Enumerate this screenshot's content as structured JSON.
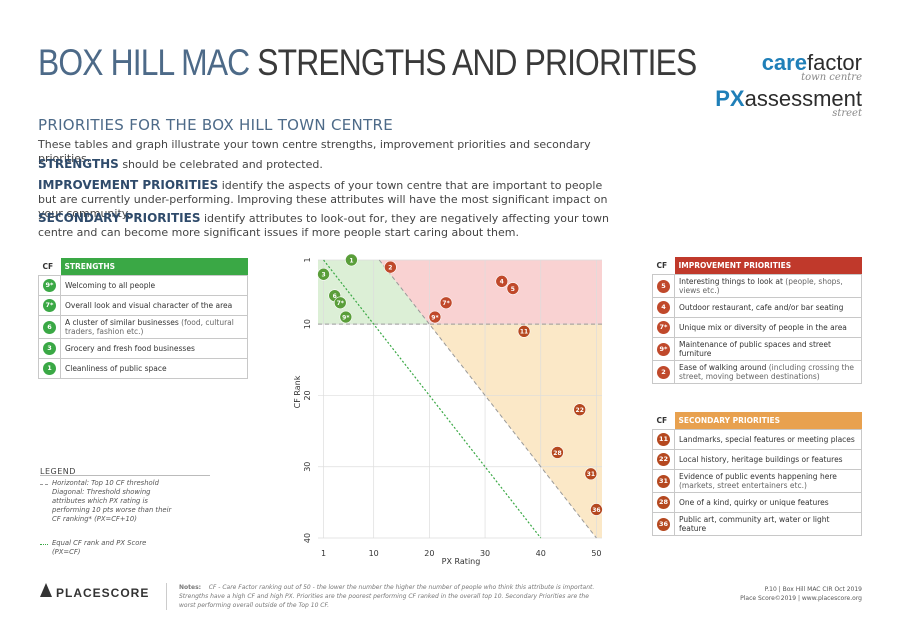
{
  "header": {
    "title_part1": "BOX HILL MAC",
    "title_part2": "STRENGTHS AND PRIORITIES",
    "logo1_main": "care",
    "logo1_second": "factor",
    "logo1_sub": "town centre",
    "logo2_main": "PX",
    "logo2_second": "assessment",
    "logo2_sub": "street"
  },
  "intro": {
    "subtitle": "PRIORITIES FOR THE BOX HILL TOWN CENTRE",
    "line1": "These tables and graph illustrate your town centre strengths, improvement priorities and secondary priorities.",
    "strengths_label": "STRENGTHS",
    "strengths_text": "should be celebrated and protected.",
    "improve_label": "IMPROVEMENT PRIORITIES",
    "improve_text": "identify the aspects of your town centre that are important to people but are currently under-performing. Improving these attributes will have the most significant impact on your community.",
    "secondary_label": "SECONDARY PRIORITIES",
    "secondary_text": "identify attributes to look-out for, they are negatively affecting your town centre and can become more significant issues if more people start caring about them."
  },
  "strengths": {
    "cf_header": "CF",
    "header": "STRENGTHS",
    "color": "#3aa845",
    "rows": [
      {
        "cf": "9*",
        "text": "Welcoming to all people",
        "extra": ""
      },
      {
        "cf": "7*",
        "text": "Overall look and visual character of the area",
        "extra": ""
      },
      {
        "cf": "6",
        "text": "A cluster of similar businesses",
        "extra": "(food, cultural traders, fashion etc.)"
      },
      {
        "cf": "3",
        "text": "Grocery and fresh food businesses",
        "extra": ""
      },
      {
        "cf": "1",
        "text": "Cleanliness of public space",
        "extra": ""
      }
    ]
  },
  "improvement": {
    "cf_header": "CF",
    "header": "IMPROVEMENT PRIORITIES",
    "color": "#c0392b",
    "badge_color": "#c0492b",
    "rows": [
      {
        "cf": "5",
        "text": "Interesting things to look at",
        "extra": "(people, shops, views etc.)"
      },
      {
        "cf": "4",
        "text": "Outdoor restaurant, cafe and/or bar seating",
        "extra": ""
      },
      {
        "cf": "7*",
        "text": "Unique mix or diversity of people in the area",
        "extra": ""
      },
      {
        "cf": "9*",
        "text": "Maintenance of public spaces and street furniture",
        "extra": ""
      },
      {
        "cf": "2",
        "text": "Ease of walking around",
        "extra": "(including crossing the street, moving between destinations)"
      }
    ]
  },
  "secondary": {
    "cf_header": "CF",
    "header": "SECONDARY PRIORITIES",
    "color": "#e8a14f",
    "badge_color": "#b5481f",
    "rows": [
      {
        "cf": "11",
        "text": "Landmarks, special features or meeting places",
        "extra": ""
      },
      {
        "cf": "22",
        "text": "Local history, heritage buildings or features",
        "extra": ""
      },
      {
        "cf": "31",
        "text": "Evidence of public events happening here",
        "extra": "(markets, street entertainers etc.)"
      },
      {
        "cf": "28",
        "text": "One of a kind, quirky or unique features",
        "extra": ""
      },
      {
        "cf": "36",
        "text": "Public art, community art, water or light feature",
        "extra": ""
      }
    ]
  },
  "legend": {
    "title": "LEGEND",
    "item1": "Horizontal: Top 10 CF threshold Diagonal: Threshold showing attributes which PX rating is performing 10 pts worse than their CF ranking* (PX=CF+10)",
    "item2": "Equal CF rank and PX Score (PX=CF)"
  },
  "chart_data": {
    "type": "scatter",
    "xlabel": "PX Rating",
    "ylabel": "CF Rank",
    "xlim": [
      0,
      51
    ],
    "ylim": [
      1,
      40
    ],
    "xticks": [
      1,
      10,
      20,
      30,
      40,
      50
    ],
    "yticks": [
      1,
      10,
      20,
      30,
      40
    ],
    "y_inverted": true,
    "grid": true,
    "series": [
      {
        "group": "strengths",
        "color": "#5a9e3a",
        "points": [
          {
            "label": "1",
            "x": 6,
            "y": 1
          },
          {
            "label": "3",
            "x": 1,
            "y": 3
          },
          {
            "label": "6",
            "x": 3,
            "y": 6
          },
          {
            "label": "7*",
            "x": 4,
            "y": 7
          },
          {
            "label": "9*",
            "x": 5,
            "y": 9
          }
        ]
      },
      {
        "group": "improvement",
        "color": "#c0492b",
        "points": [
          {
            "label": "2",
            "x": 13,
            "y": 2
          },
          {
            "label": "4",
            "x": 33,
            "y": 4
          },
          {
            "label": "5",
            "x": 35,
            "y": 5
          },
          {
            "label": "7*",
            "x": 23,
            "y": 7
          },
          {
            "label": "9*",
            "x": 21,
            "y": 9
          }
        ]
      },
      {
        "group": "secondary",
        "color": "#b5481f",
        "points": [
          {
            "label": "11",
            "x": 37,
            "y": 11
          },
          {
            "label": "22",
            "x": 47,
            "y": 22
          },
          {
            "label": "28",
            "x": 43,
            "y": 28
          },
          {
            "label": "31",
            "x": 49,
            "y": 31
          },
          {
            "label": "36",
            "x": 50,
            "y": 36
          }
        ]
      }
    ]
  },
  "footer": {
    "logo": "PLACESCORE",
    "notes_label": "Notes:",
    "notes": "CF - Care Factor ranking out of 50 - the lower the number the higher the number of people who think this attribute is important. Strengths have a high CF and high PX. Priorities are the poorest performing CF ranked in the overall top 10. Secondary Priorities are the worst performing overall outside of the Top 10 CF.",
    "page": "P.10  |  Box Hill MAC CIR Oct 2019",
    "copyright": "Place Score©2019  |  www.placescore.org"
  }
}
